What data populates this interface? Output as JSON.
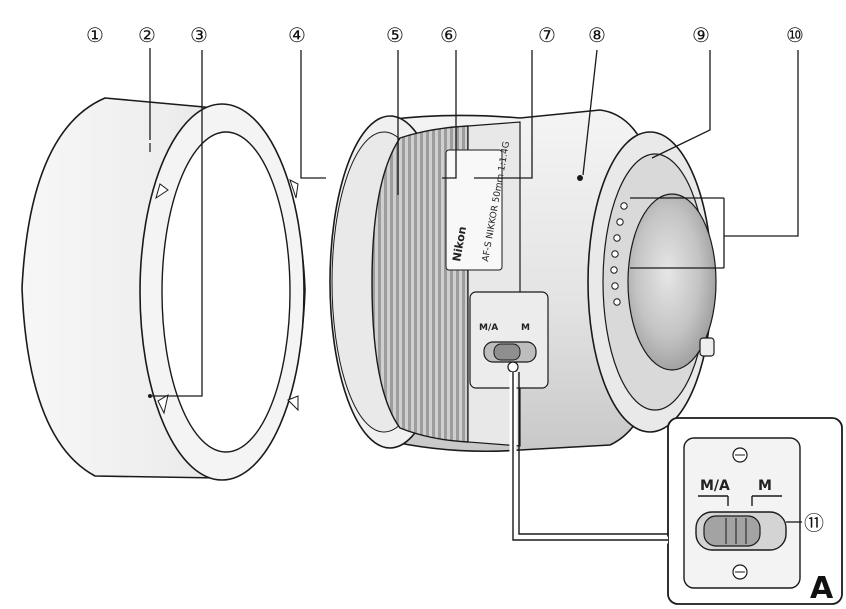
{
  "callouts": [
    "①",
    "②",
    "③",
    "④",
    "⑤",
    "⑥",
    "⑦",
    "⑧",
    "⑨",
    "⑩",
    "⑪"
  ],
  "lens_branding": {
    "brand": "Nikon",
    "model": "AF-S NIKKOR 50mm 1:1.4G"
  },
  "switch_labels": {
    "auto_manual": "M/A",
    "manual": "M"
  },
  "inset": {
    "label": "A"
  },
  "colors": {
    "line": "#1a1a1a",
    "body_light": "#f2f2f2",
    "body_shade": "#d6d6d6",
    "body_dark": "#a8a8a8",
    "glass": "#bcbcbc"
  }
}
